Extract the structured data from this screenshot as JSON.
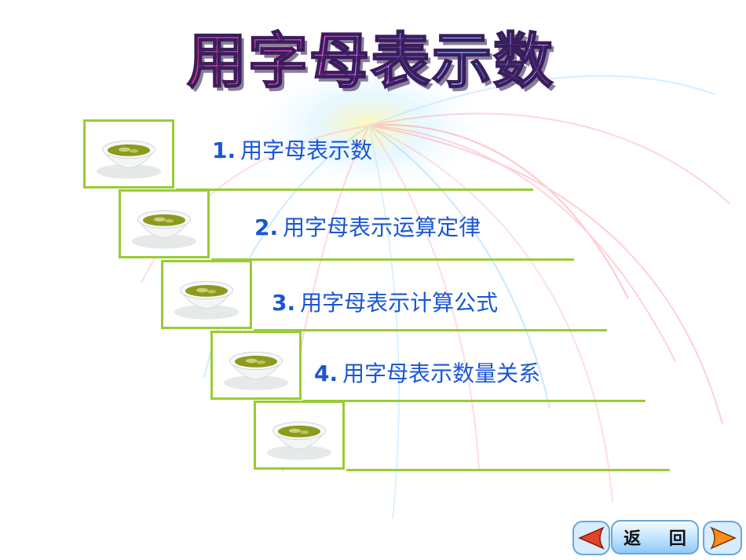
{
  "title": "用字母表示数",
  "items": [
    {
      "num": "1.",
      "label": "用字母表示数"
    },
    {
      "num": "2.",
      "label": "用字母表示运算定律"
    },
    {
      "num": "3.",
      "label": "用字母表示计算公式"
    },
    {
      "num": "4.",
      "label": "用字母表示数量关系"
    }
  ],
  "nav": {
    "back_label": "返 回",
    "prev_icon": "triangle-left-icon",
    "next_icon": "triangle-right-icon"
  },
  "colors": {
    "frame": "#99cc33",
    "text": "#1a56d6",
    "nav_arrow_prev": "#e0442a",
    "nav_arrow_next": "#ff8a1c"
  }
}
